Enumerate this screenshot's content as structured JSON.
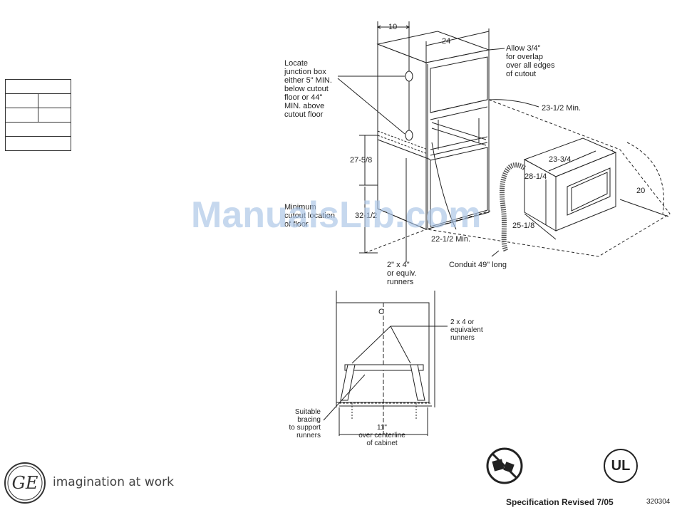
{
  "labels": {
    "dim_10": "10",
    "dim_24": "24",
    "allow_overlap": "Allow 3/4\"\nfor overlap\nover all edges\nof cutout",
    "locate_junction": "Locate\njunction box\neither 5\" MIN.\nbelow cutout\nfloor or 44\"\nMIN. above\ncutout floor",
    "dim_23_5_min": "23-1/2 Min.",
    "dim_23_3_4": "23-3/4",
    "dim_27_5_8": "27-5/8",
    "dim_28_1_4": "28-1/4",
    "dim_20": "20",
    "minimum_cutout": "Minimum\ncutout location\nof floor",
    "dim_32_5": "32-1/2",
    "dim_25_1_8": "25-1/8",
    "dim_22_5_min": "22-1/2 Min.",
    "runners_2x4": "2\" x 4\"\nor equiv.\nrunners",
    "conduit": "Conduit 49\" long",
    "centerline_mark": "C",
    "runners_2x4_b": "2 x 4 or\nequivalent\nrunners",
    "suitable_bracing": "Suitable\nbracing\nto support\nrunners",
    "over_centerline": "11\"\nover centerline\nof cabinet"
  },
  "watermark": "ManualsLib.com",
  "brand": {
    "logo_text": "GE",
    "tagline": "imagination at work"
  },
  "footer": {
    "spec_revised": "Specification Revised 7/05",
    "doc_number": "320304"
  },
  "icons": {
    "no_recycle": "no-trash-icon",
    "ul_mark": "ul-listed-icon"
  },
  "ul_text": "UL"
}
